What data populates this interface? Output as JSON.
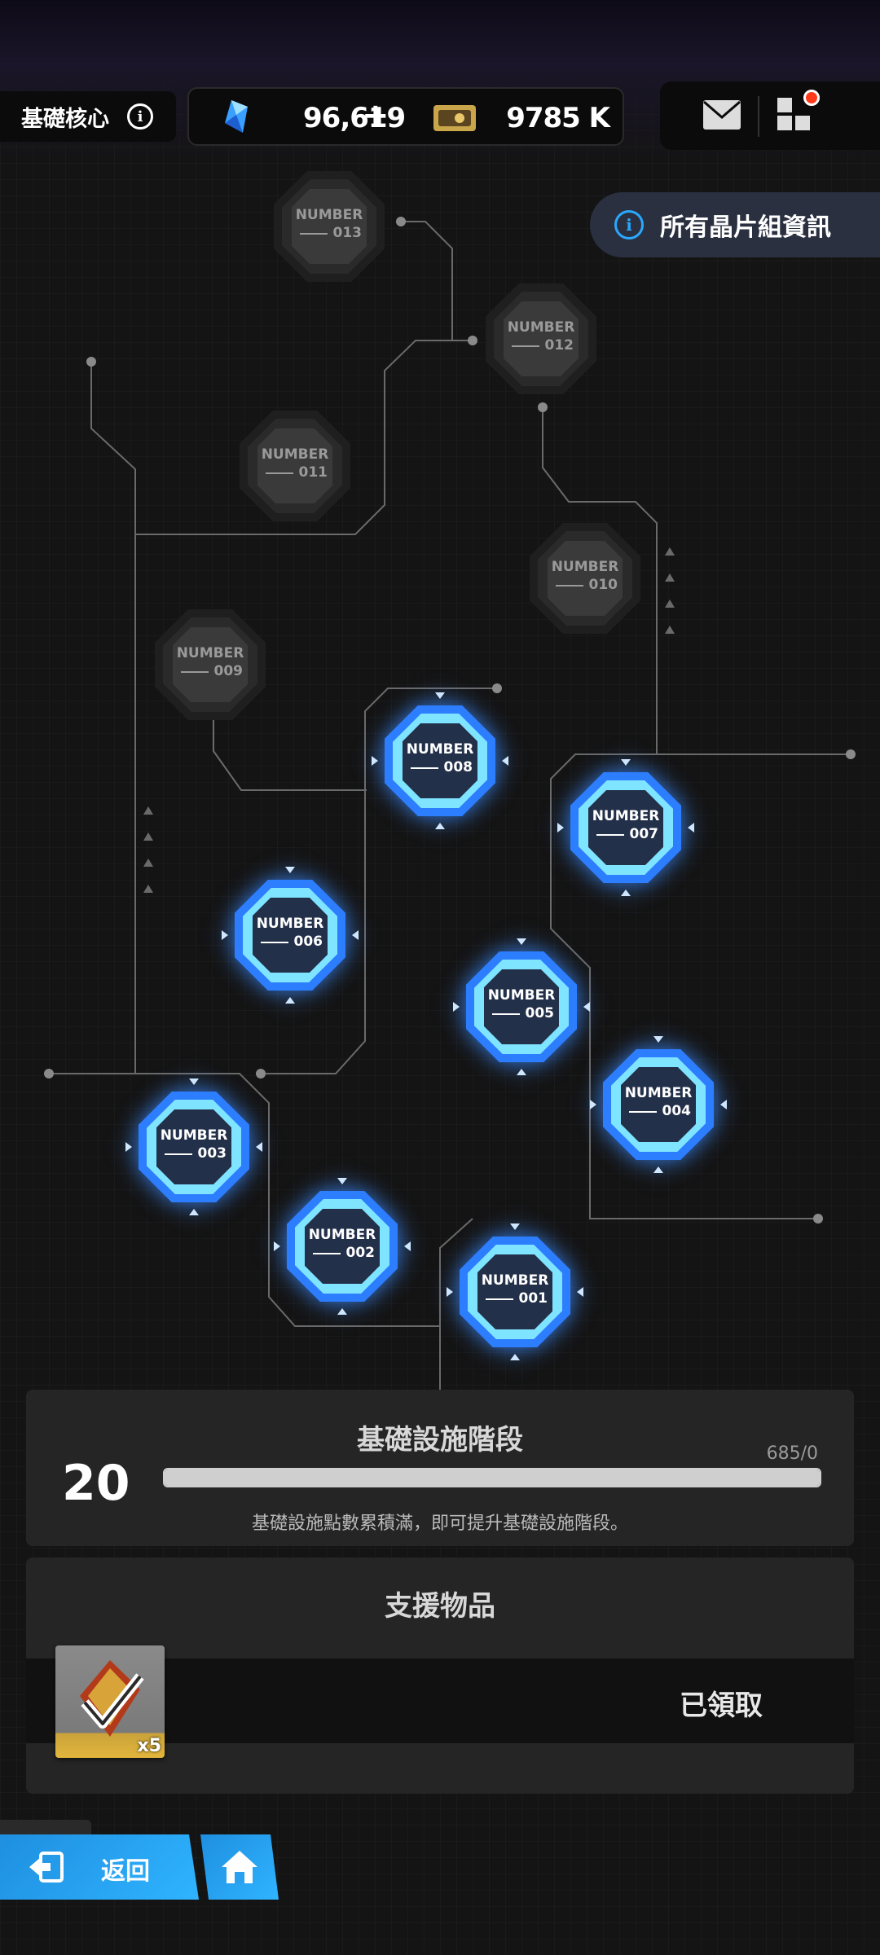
{
  "header": {
    "title": "基礎核心",
    "gems": "96,619",
    "plus": "+",
    "credits": "9785 K"
  },
  "all_chips_button": "所有晶片組資訊",
  "nodes": [
    {
      "label": "NUMBER",
      "num": "013",
      "active": false
    },
    {
      "label": "NUMBER",
      "num": "012",
      "active": false
    },
    {
      "label": "NUMBER",
      "num": "011",
      "active": false
    },
    {
      "label": "NUMBER",
      "num": "010",
      "active": false
    },
    {
      "label": "NUMBER",
      "num": "009",
      "active": false
    },
    {
      "label": "NUMBER",
      "num": "008",
      "active": true
    },
    {
      "label": "NUMBER",
      "num": "007",
      "active": true
    },
    {
      "label": "NUMBER",
      "num": "006",
      "active": true
    },
    {
      "label": "NUMBER",
      "num": "005",
      "active": true
    },
    {
      "label": "NUMBER",
      "num": "004",
      "active": true
    },
    {
      "label": "NUMBER",
      "num": "003",
      "active": true
    },
    {
      "label": "NUMBER",
      "num": "002",
      "active": true
    },
    {
      "label": "NUMBER",
      "num": "001",
      "active": true
    }
  ],
  "stage": {
    "title": "基礎設施階段",
    "level": "20",
    "count": "685/0",
    "progress": 1.0,
    "description": "基礎設施點數累積滿，即可提升基礎設施階段。"
  },
  "support": {
    "title": "支援物品",
    "quantity": "x5",
    "status": "已領取"
  },
  "nav": {
    "back": "返回"
  },
  "colors": {
    "accent": "#2d7dff",
    "button": "#2fb4ff",
    "notification": "#ff3a1a"
  }
}
